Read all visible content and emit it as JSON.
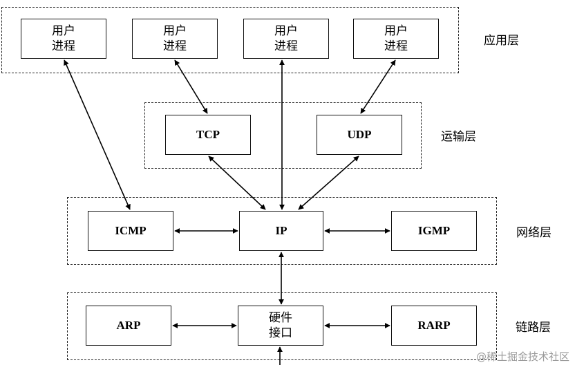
{
  "layers": {
    "application": {
      "label": "应用层"
    },
    "transport": {
      "label": "运输层"
    },
    "network": {
      "label": "网络层"
    },
    "link": {
      "label": "链路层"
    }
  },
  "nodes": {
    "user_process_1": "用户\n进程",
    "user_process_2": "用户\n进程",
    "user_process_3": "用户\n进程",
    "user_process_4": "用户\n进程",
    "tcp": "TCP",
    "udp": "UDP",
    "icmp": "ICMP",
    "ip": "IP",
    "igmp": "IGMP",
    "arp": "ARP",
    "hardware_interface": "硬件\n接口",
    "rarp": "RARP"
  },
  "watermark": "@稀土掘金技术社区"
}
